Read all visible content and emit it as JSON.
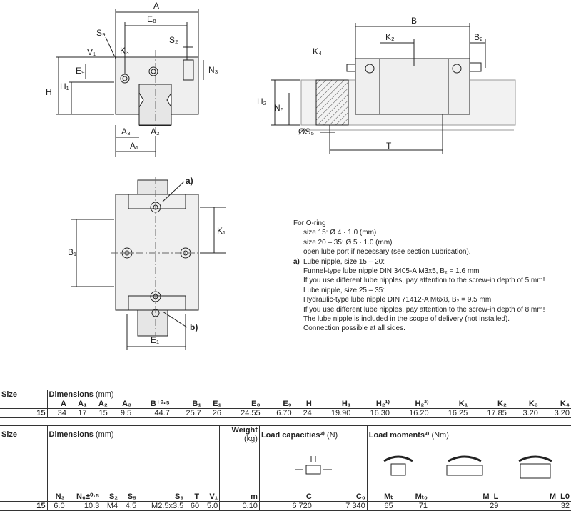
{
  "drawing": {
    "labels": {
      "A": "A",
      "E8": "E₈",
      "S9": "S₉",
      "S2": "S₂",
      "K3": "K₃",
      "V1": "V₁",
      "E9": "E₉",
      "N3": "N₃",
      "H": "H",
      "H1": "H₁",
      "A3": "A₃",
      "A2": "A₂",
      "A1": "A₁",
      "B": "B",
      "K2": "K₂",
      "B2": "B₂",
      "K4": "K₄",
      "H2": "H₂",
      "N6": "N₆",
      "OS5": "ØS₅",
      "T": "T",
      "a": "a)",
      "b": "b)",
      "K1": "K₁",
      "B1": "B₁",
      "E1": "E₁"
    }
  },
  "notes": {
    "line1": "For O-ring",
    "line2": "size 15: Ø 4 · 1.0 (mm)",
    "line3": "size 20 – 35: Ø 5 · 1.0 (mm)",
    "line4": "open lube port if necessary (see section Lubrication).",
    "a_label": "a)",
    "a_title": "Lube nipple, size 15 – 20:",
    "a_1": "Funnel-type lube nipple DIN 3405-A M3x5, B₂ = 1.6 mm",
    "a_2": "If you use different lube nipples, pay attention to the screw-in depth of 5 mm!",
    "a_3": "Lube nipple, size 25 – 35:",
    "a_4": "Hydraulic-type lube nipple DIN 71412-A M6x8, B₂ = 9.5 mm",
    "a_5": "If you use different lube nipples, pay attention to the screw-in depth of 8 mm!",
    "a_6": "The lube nipple is included in the scope of delivery (not installed).",
    "a_7": "Connection possible at all sides."
  },
  "table1": {
    "size_label": "Size",
    "group_label": "Dimensions",
    "group_unit": "(mm)",
    "cols": [
      "A",
      "A₁",
      "A₂",
      "A₃",
      "B⁺⁰·⁵",
      "B₁",
      "E₁",
      "E₈",
      "E₉",
      "H",
      "H₁",
      "H₂¹⁾",
      "H₂²⁾",
      "K₁",
      "K₂",
      "K₃",
      "K₄"
    ],
    "size": "15",
    "values": [
      "34",
      "17",
      "15",
      "9.5",
      "44.7",
      "25.7",
      "26",
      "24.55",
      "6.70",
      "24",
      "19.90",
      "16.30",
      "16.20",
      "16.25",
      "17.85",
      "3.20",
      "3.20"
    ]
  },
  "table2": {
    "size_label": "Size",
    "dim_label": "Dimensions",
    "dim_unit": "(mm)",
    "weight_label": "Weight",
    "weight_unit": "(kg)",
    "load_label": "Load capacities³⁾",
    "load_unit": "(N)",
    "moment_label": "Load moments³⁾",
    "moment_unit": "(Nm)",
    "cols": [
      "N₃",
      "N₆±⁰·⁵",
      "S₂",
      "S₅",
      "S₉",
      "T",
      "V₁",
      "m",
      "C",
      "C₀",
      "Mₜ",
      "Mₜ₀",
      "M_L",
      "M_L0"
    ],
    "size": "15",
    "values": [
      "6.0",
      "10.3",
      "M4",
      "4.5",
      "M2.5x3.5",
      "60",
      "5.0",
      "0.10",
      "6 720",
      "7 340",
      "65",
      "71",
      "29",
      "32"
    ]
  }
}
